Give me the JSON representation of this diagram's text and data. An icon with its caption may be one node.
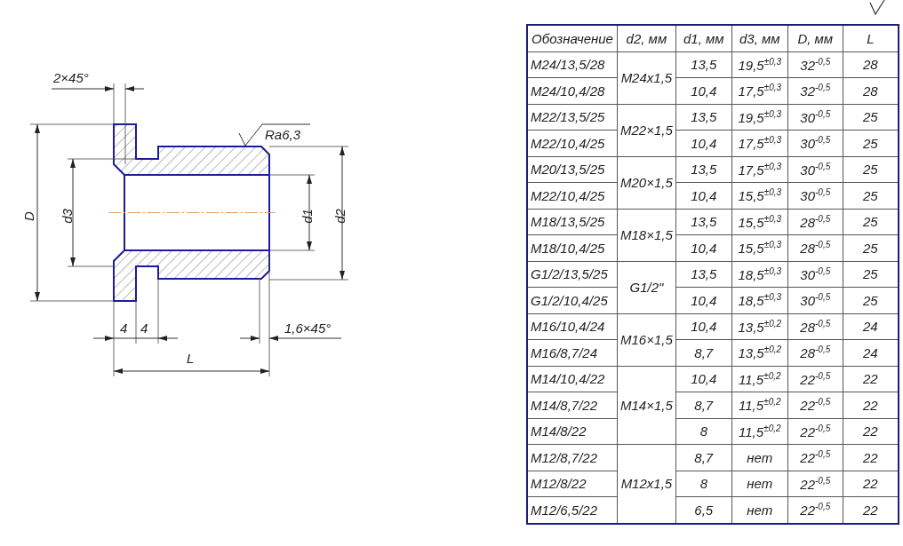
{
  "diagram": {
    "labels": [
      "2×45°",
      "Ra6,3",
      "D",
      "d3",
      "d1",
      "d2",
      "4",
      "4",
      "1,6×45°",
      "L",
      "Обозначение",
      "d2, мм",
      "d1, мм",
      "d3, мм",
      "D, мм",
      "L",
      "M24/13,5/28",
      "M24x1,5",
      "13,5",
      "19,5$^{±0,3}$",
      "32$^{-0,5}$",
      "28",
      "M24/10,4/28",
      "10,4",
      "17,5$^{±0,3}$",
      "32$^{-0,5}$",
      "28",
      "M22/13,5/25",
      "M22×1,5",
      "13,5",
      "19,5$^{±0,3}$",
      "30$^{-0,5}$",
      "25",
      "M22/10,4/25",
      "10,4",
      "17,5$^{±0,3}$",
      "30$^{-0,5}$",
      "25",
      "M20/13,5/25",
      "M20×1,5",
      "13,5",
      "17,5$^{±0,3}$",
      "30$^{-0,5}$",
      "25",
      "M22/10,4/25",
      "10,4",
      "15,5$^{±0,3}$",
      "30$^{-0,5}$",
      "25",
      "M18/13,5/25",
      "M18×1,5",
      "13,5",
      "15,5$^{±0,3}$",
      "28$^{-0,5}$",
      "25",
      "M18/10,4/25",
      "10,4",
      "15,5$^{±0,3}$",
      "28$^{-0,5}$",
      "25",
      "G1/2/13,5/25",
      "G1/2\"",
      "13,5",
      "18,5$^{±0,3}$",
      "30$^{-0,5}$",
      "25",
      "G1/2/10,4/25",
      "10,4",
      "18,5$^{±0,3}$",
      "30$^{-0,5}$",
      "25",
      "M16/10,4/24",
      "M16×1,5",
      "10,4",
      "13,5$^{±0,2}$",
      "28$^{-0,5}$",
      "24",
      "M16/8,7/24",
      "8,7",
      "13,5$^{±0,2}$",
      "28$^{-0,5}$",
      "24",
      "M14/10,4/22",
      "M14×1,5",
      "10,4",
      "11,5$^{±0,2}$",
      "22$^{-0,5}$",
      "22",
      "M14/8,7/22",
      "8,7",
      "11,5$^{±0,2}$",
      "22$^{-0,5}$",
      "22",
      "M14/8/22",
      "8",
      "11,5$^{±0,2}$",
      "22$^{-0,5}$",
      "22",
      "M12/8,7/22",
      "M12x1,5",
      "8,7",
      "нет",
      "22$^{-0,5}$",
      "22",
      "M12/8/22",
      "8",
      "нет",
      "22$^{-0,5}$",
      "22",
      "M12/6,5/22",
      "6,5",
      "нет",
      "22$^{-0,5}$",
      "22"
    ]
  }
}
